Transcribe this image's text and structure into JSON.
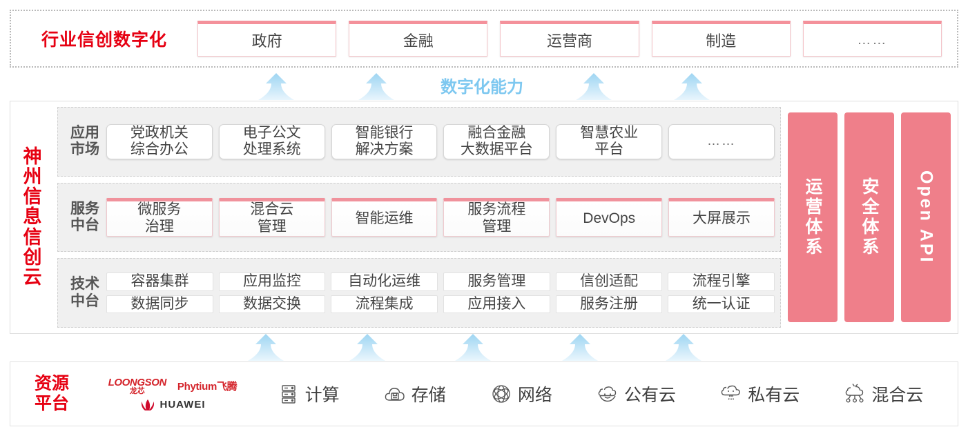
{
  "colors": {
    "red": "#e60012",
    "pink": "#ef7f8a",
    "pink_border": "#f0929c",
    "blue_arrow": "#7ec8f0",
    "band_bg": "#f0f0f0"
  },
  "industry": {
    "title": "行业信创数字化",
    "cards": [
      {
        "label": "政府"
      },
      {
        "label": "金融"
      },
      {
        "label": "运营商"
      },
      {
        "label": "制造"
      },
      {
        "label": "……"
      }
    ]
  },
  "capability": {
    "label": "数字化能力",
    "arrow_count_upper": 4,
    "arrow_count_lower": 5
  },
  "cloud": {
    "title_chars": [
      "神",
      "州",
      "信",
      "息",
      "信",
      "创",
      "云"
    ],
    "tiers": [
      {
        "label_lines": [
          "应用",
          "市场"
        ],
        "name": "应用市场",
        "cards": [
          {
            "lines": [
              "党政机关",
              "综合办公"
            ]
          },
          {
            "lines": [
              "电子公文",
              "处理系统"
            ]
          },
          {
            "lines": [
              "智能银行",
              "解决方案"
            ]
          },
          {
            "lines": [
              "融合金融",
              "大数据平台"
            ]
          },
          {
            "lines": [
              "智慧农业",
              "平台"
            ]
          },
          {
            "lines": [
              "……"
            ],
            "dots": true
          }
        ]
      },
      {
        "label_lines": [
          "服务",
          "中台"
        ],
        "name": "服务中台",
        "cards": [
          {
            "lines": [
              "微服务",
              "治理"
            ]
          },
          {
            "lines": [
              "混合云",
              "管理"
            ]
          },
          {
            "lines": [
              "智能运维"
            ]
          },
          {
            "lines": [
              "服务流程",
              "管理"
            ]
          },
          {
            "lines": [
              "DevOps"
            ]
          },
          {
            "lines": [
              "大屏展示"
            ]
          }
        ]
      },
      {
        "label_lines": [
          "技术",
          "中台"
        ],
        "name": "技术中台",
        "rows": [
          [
            "容器集群",
            "应用监控",
            "自动化运维",
            "服务管理",
            "信创适配",
            "流程引擎"
          ],
          [
            "数据同步",
            "数据交换",
            "流程集成",
            "应用接入",
            "服务注册",
            "统一认证"
          ]
        ]
      }
    ],
    "pillars": [
      {
        "label": "运营体系",
        "latin": false
      },
      {
        "label": "安全体系",
        "latin": false
      },
      {
        "label": "Open API",
        "latin": true
      }
    ]
  },
  "resource": {
    "title_lines": [
      "资源",
      "平台"
    ],
    "logos": [
      {
        "name": "loongson",
        "en": "LOONGSON",
        "cn": "龙芯"
      },
      {
        "name": "phytium",
        "text": "Phytium飞腾"
      },
      {
        "name": "huawei",
        "text": "HUAWEI"
      }
    ],
    "items": [
      {
        "label": "计算",
        "icon": "server-icon"
      },
      {
        "label": "存储",
        "icon": "storage-cloud-icon"
      },
      {
        "label": "网络",
        "icon": "network-icon"
      },
      {
        "label": "公有云",
        "icon": "public-cloud-icon"
      },
      {
        "label": "私有云",
        "icon": "private-cloud-icon"
      },
      {
        "label": "混合云",
        "icon": "hybrid-cloud-icon"
      }
    ]
  }
}
